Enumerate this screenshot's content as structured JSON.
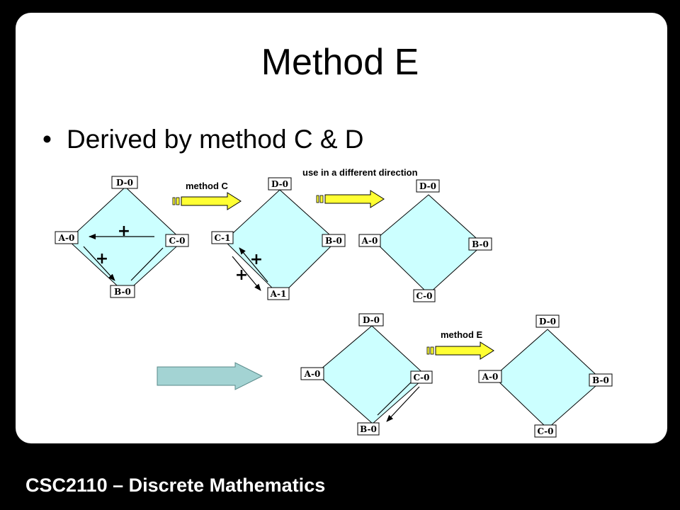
{
  "slide": {
    "title": "Method E",
    "bullet": "Derived by method C & D",
    "footer": "CSC2110 – Discrete Mathematics"
  },
  "diagram": {
    "notes": {
      "method_c": "method C",
      "different_direction": "use in a different direction",
      "method_e": "method E"
    },
    "plus_sign": "+",
    "d1": {
      "top": "D-0",
      "left": "A-0",
      "right": "C-0",
      "bottom": "B-0"
    },
    "d2": {
      "top": "D-0",
      "left": "C-1",
      "right": "B-0",
      "bottom": "A-1"
    },
    "d3": {
      "top": "D-0",
      "left": "A-0",
      "right": "B-0",
      "bottom": "C-0"
    },
    "d4": {
      "top": "D-0",
      "left": "A-0",
      "right": "C-0",
      "bottom": "B-0"
    },
    "d5": {
      "top": "D-0",
      "left": "A-0",
      "right": "B-0",
      "bottom": "C-0"
    },
    "colors": {
      "diamond_fill": "#ccffff",
      "yellow_arrow": "#ffff33",
      "teal_arrow": "#a3d3d3",
      "slide_bg": "#ffffff",
      "frame": "#000000"
    }
  }
}
